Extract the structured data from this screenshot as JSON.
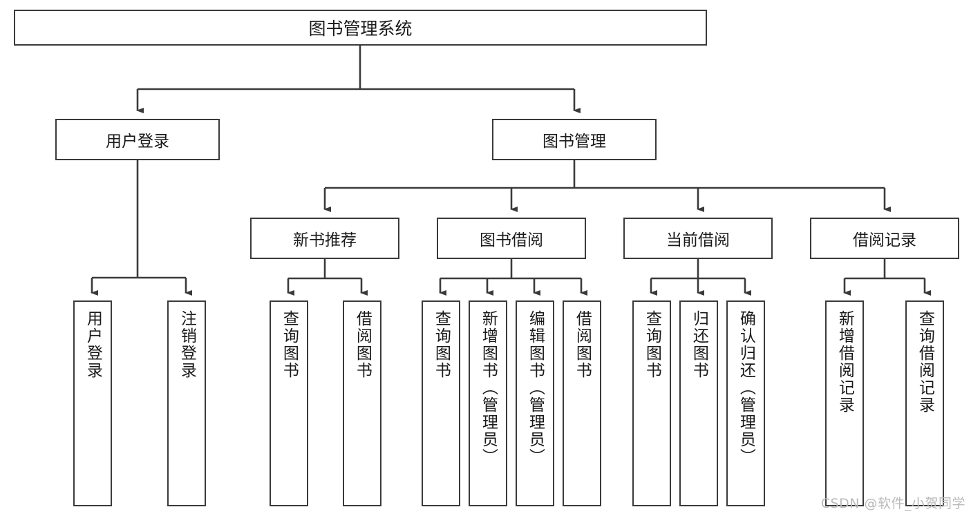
{
  "diagram": {
    "title": "图书管理系统",
    "type": "tree-hierarchy",
    "watermark": "CSDN @软件_小贺同学",
    "colors": {
      "stroke": "#3a3a3a",
      "fill": "#ffffff",
      "text": "#1a1a1a",
      "watermark": "#b9b9b9"
    }
  },
  "nodes": {
    "root": {
      "label": "图书管理系统"
    },
    "level2": [
      {
        "id": "user-login",
        "label": "用户登录"
      },
      {
        "id": "book-management",
        "label": "图书管理"
      }
    ],
    "level3": [
      {
        "id": "new-book-recommend",
        "label": "新书推荐"
      },
      {
        "id": "book-borrow",
        "label": "图书借阅"
      },
      {
        "id": "current-borrow",
        "label": "当前借阅"
      },
      {
        "id": "borrow-record",
        "label": "借阅记录"
      }
    ],
    "leaves": {
      "user-login": [
        {
          "id": "leaf-user-login",
          "label": "用户登录"
        },
        {
          "id": "leaf-logout-login",
          "label": "注销登录"
        }
      ],
      "new-book-recommend": [
        {
          "id": "leaf-query-book-1",
          "label": "查询图书"
        },
        {
          "id": "leaf-borrow-book-1",
          "label": "借阅图书"
        }
      ],
      "book-borrow": [
        {
          "id": "leaf-query-book-2",
          "label": "查询图书"
        },
        {
          "id": "leaf-add-book-admin",
          "label": "新增图书（管理员）"
        },
        {
          "id": "leaf-edit-book-admin",
          "label": "编辑图书（管理员）"
        },
        {
          "id": "leaf-borrow-book-2",
          "label": "借阅图书"
        }
      ],
      "current-borrow": [
        {
          "id": "leaf-query-book-3",
          "label": "查询图书"
        },
        {
          "id": "leaf-return-book",
          "label": "归还图书"
        },
        {
          "id": "leaf-confirm-return-admin",
          "label": "确认归还（管理员）"
        }
      ],
      "borrow-record": [
        {
          "id": "leaf-add-borrow-record",
          "label": "新增借阅记录"
        },
        {
          "id": "leaf-query-borrow-record",
          "label": "查询借阅记录"
        }
      ]
    }
  }
}
